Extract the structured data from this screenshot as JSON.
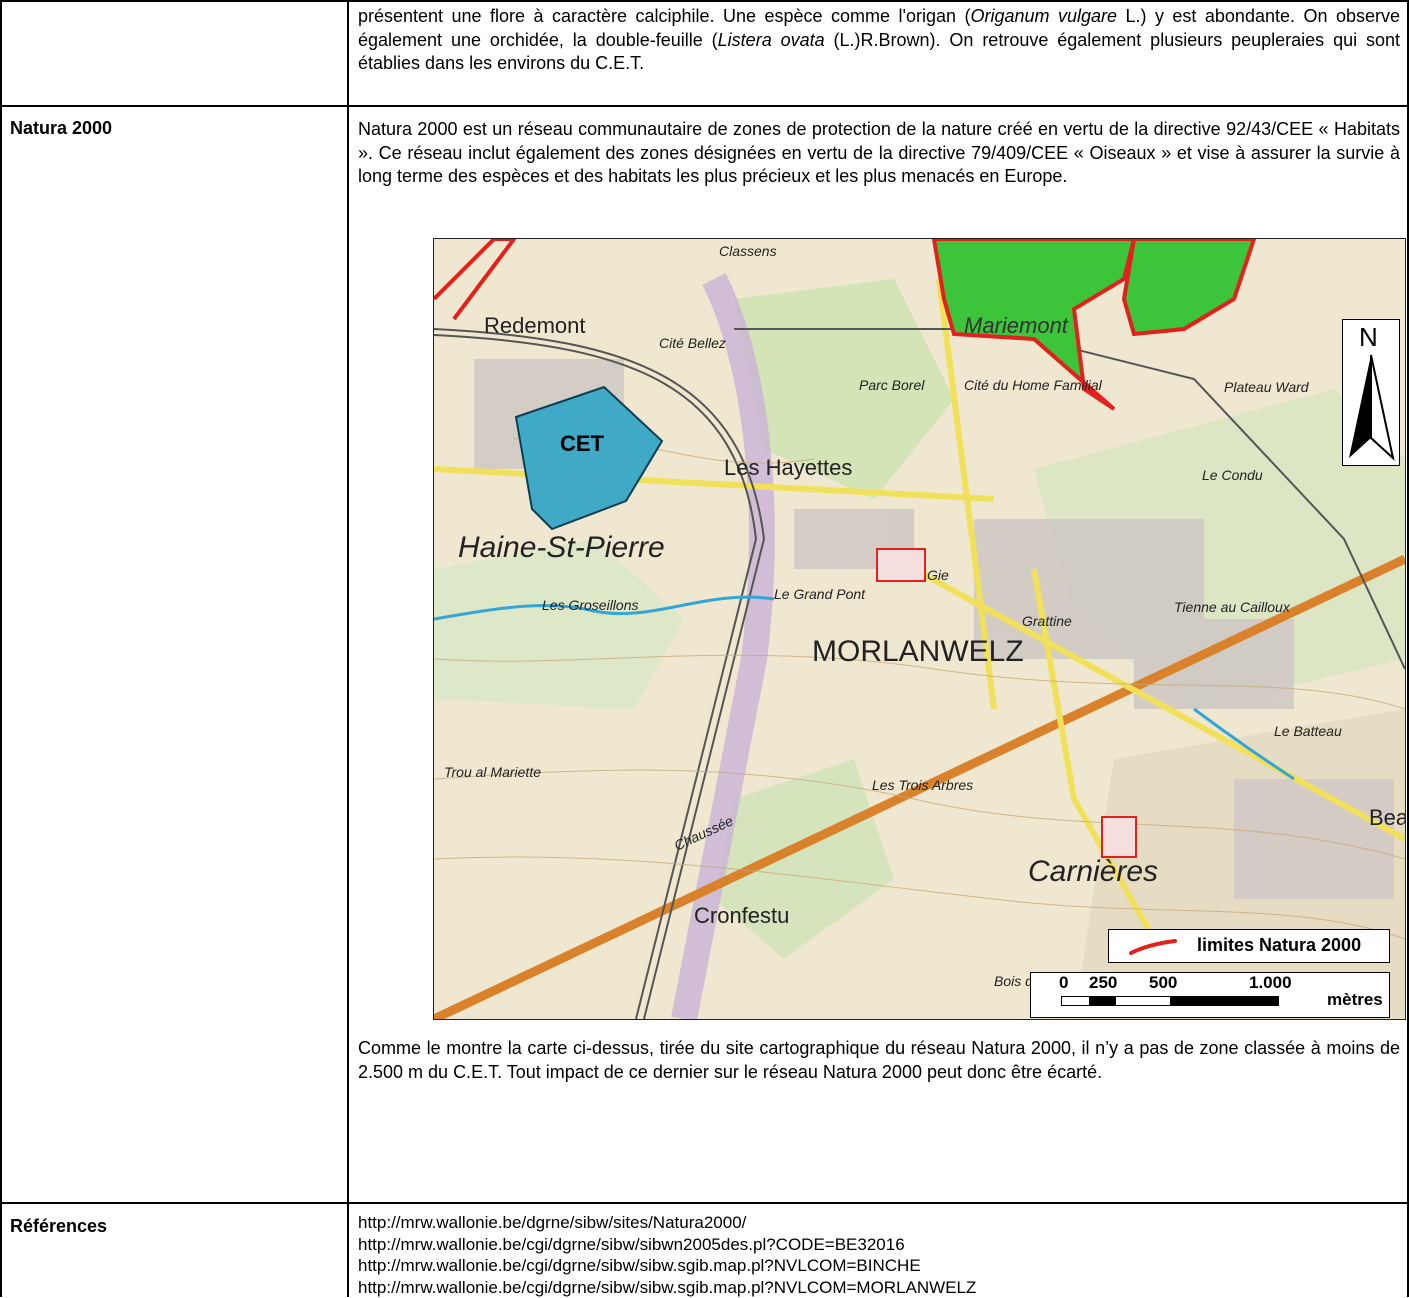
{
  "rows": {
    "flora": {
      "label": "",
      "text_part1": "présentent une flore à caractère calciphile. Une espèce comme l'origan (",
      "species1": "Origanum vulgare",
      "text_part2": " L.) y est abondante. On observe également une orchidée, la double-feuille (",
      "species2": "Listera ovata",
      "text_part3": " (L.)R.Brown). On retrouve également plusieurs peupleraies qui sont établies dans les environs du C.E.T."
    },
    "natura": {
      "label": "Natura 2000",
      "intro": "Natura 2000 est un réseau communautaire de zones de protection de la nature créé en vertu de la directive 92/43/CEE « Habitats ». Ce réseau inclut également des zones désignées en vertu de la directive 79/409/CEE « Oiseaux » et vise à assurer la survie à long terme des espèces et des habitats les plus précieux et les plus menacés en Europe.",
      "conclusion": "Comme le montre la carte ci-dessus, tirée du site cartographique du réseau Natura 2000, il n’y a pas de zone classée à moins de 2.500 m du C.E.T. Tout impact de ce dernier sur le réseau Natura 2000 peut donc être écarté."
    },
    "references": {
      "label": "Références",
      "links": [
        "http://mrw.wallonie.be/dgrne/sibw/sites/Natura2000/",
        "http://mrw.wallonie.be/cgi/dgrne/sibw/sibwn2005des.pl?CODE=BE32016",
        "http://mrw.wallonie.be/cgi/dgrne/sibw/sibw.sgib.map.pl?NVLCOM=BINCHE",
        "http://mrw.wallonie.be/cgi/dgrne/sibw/sibw.sgib.map.pl?NVLCOM=MORLANWELZ"
      ]
    }
  },
  "map": {
    "site_label": "CET",
    "north_label": "N",
    "legend_label": "limites Natura 2000",
    "scale_ticks": [
      "0",
      "250",
      "500",
      "1.000"
    ],
    "scale_unit": "mètres",
    "places": {
      "redemont": "Redemont",
      "cite_bellez": "Cité Bellez",
      "classens": "Classens",
      "mariemont": "Mariemont",
      "parc_borel": "Parc Borel",
      "cite_home": "Cité du Home Familial",
      "plateau": "Plateau Ward",
      "hayettes": "Les Hayettes",
      "le_condu": "Le Condu",
      "haine": "Haine-St-Pierre",
      "groseillons": "Les Groseillons",
      "grand_pont": "Le Grand Pont",
      "gie": "Gie",
      "grattine": "Grattine",
      "tienne": "Tienne au Cailloux",
      "morlanwelz": "MORLANWELZ",
      "trou": "Trou al Mariette",
      "trois_arbres": "Les Trois Arbres",
      "batteau": "Le Batteau",
      "bea": "Bea",
      "chaussee": "Chaussée",
      "carnieres": "Carnières",
      "cronfestu": "Cronfestu",
      "bois": "Bois de"
    },
    "colors": {
      "natura_boundary": "#e3211c",
      "natura_fill": "#3cc43a",
      "cet_fill": "#3fa9c6",
      "road_main": "#d9822b",
      "road_yellow": "#f1e15a"
    }
  }
}
